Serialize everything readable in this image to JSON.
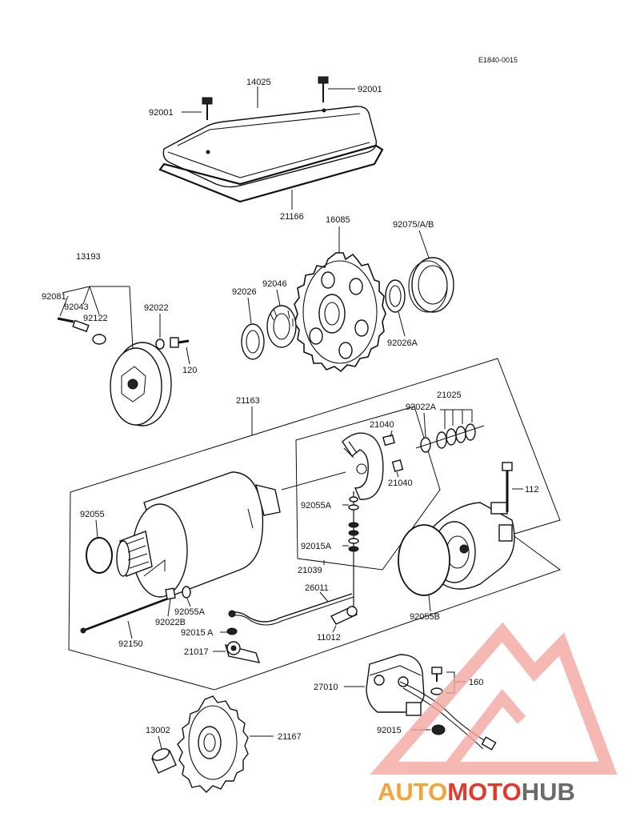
{
  "diagram": {
    "ref_code": "E1840-0015",
    "labels": {
      "l14025": "14025",
      "l92001a": "92001",
      "l92001b": "92001",
      "l21166": "21166",
      "l16085": "16085",
      "l92075": "92075/A/B",
      "l13193": "13193",
      "l92081": "92081",
      "l92043": "92043",
      "l92122": "92122",
      "l92022": "92022",
      "l120": "120",
      "l92026": "92026",
      "l92046": "92046",
      "l92026a": "92026A",
      "l21163": "21163",
      "l21040a": "21040",
      "l21040b": "21040",
      "l92022a": "92022A",
      "l21025": "21025",
      "l112": "112",
      "l92055": "92055",
      "l92055a1": "92055A",
      "l92015a1": "92015A",
      "l21039": "21039",
      "l26011": "26011",
      "l11012": "11012",
      "l92055b": "92055B",
      "l92055a2": "92055A",
      "l92022b": "92022B",
      "l92150": "92150",
      "l92015a2": "92015 A",
      "l21017": "21017",
      "l27010": "27010",
      "l160": "160",
      "l92015": "92015",
      "l13002": "13002",
      "l21167": "21167"
    }
  },
  "watermark": {
    "word_part1": "AUTO",
    "word_part2": "MOTO",
    "word_part3": "HUB",
    "color_red": "#e23b2e",
    "color_orange": "#f2a33a",
    "color_gray": "#6b6b6b"
  }
}
